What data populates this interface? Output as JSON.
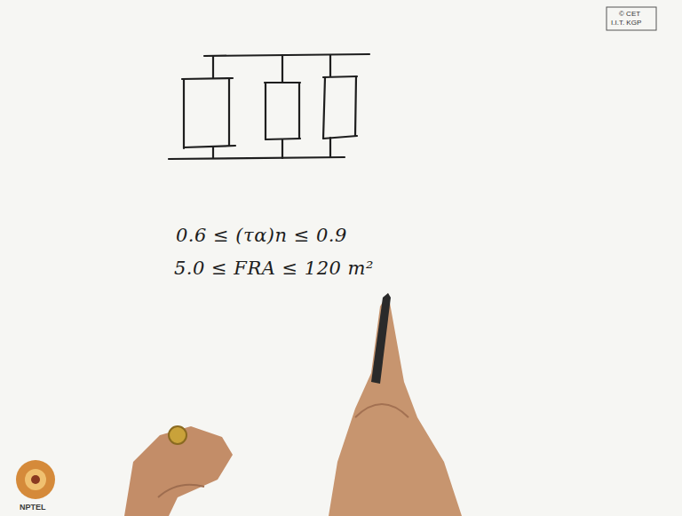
{
  "diagram": {
    "labels": [
      "0.6 ≤ (τα)n ≤ 0.9",
      "5.0 ≤ FRA ≤ 120 m²",
      "© CET",
      "I.I.T. KGP",
      "NPTEL"
    ]
  }
}
